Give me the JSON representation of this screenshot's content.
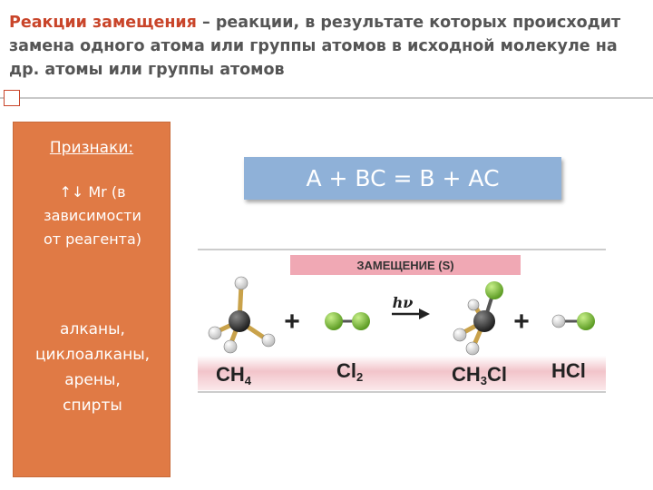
{
  "title": {
    "term": "Реакции замещения",
    "line1_rest": " – реакции, в результате которых происходит",
    "line2": "замена одного атома или группы атомов в исходной молекуле на",
    "line3": "др. атомы или группы атомов"
  },
  "left_panel": {
    "heading": "Признаки:",
    "signs_line1": "↑↓ Mr (в",
    "signs_line2": "зависимости",
    "signs_line3": "от реагента)",
    "classes": [
      "алканы,",
      "циклоалканы,",
      "арены,",
      "спирты"
    ]
  },
  "equation": "A + BC = B + AC",
  "diagram": {
    "banner": "ЗАМЕЩЕНИЕ (S)",
    "arrow_label": "hν",
    "plus": "+",
    "formulas": {
      "ch4_main": "CH",
      "ch4_sub": "4",
      "cl2_main": "Cl",
      "cl2_sub": "2",
      "ch3cl_a": "CH",
      "ch3cl_sub": "3",
      "ch3cl_b": "Cl",
      "hcl": "HCl"
    }
  },
  "colors": {
    "accent": "#c9452a",
    "panel": "#e07a45",
    "equation_box": "#8fb1d8",
    "banner": "#f0a8b4",
    "formula_strip": "#f4d0d4",
    "carbon": "#333333",
    "hydrogen": "#f2f2f2",
    "chlorine": "#86c43c"
  }
}
